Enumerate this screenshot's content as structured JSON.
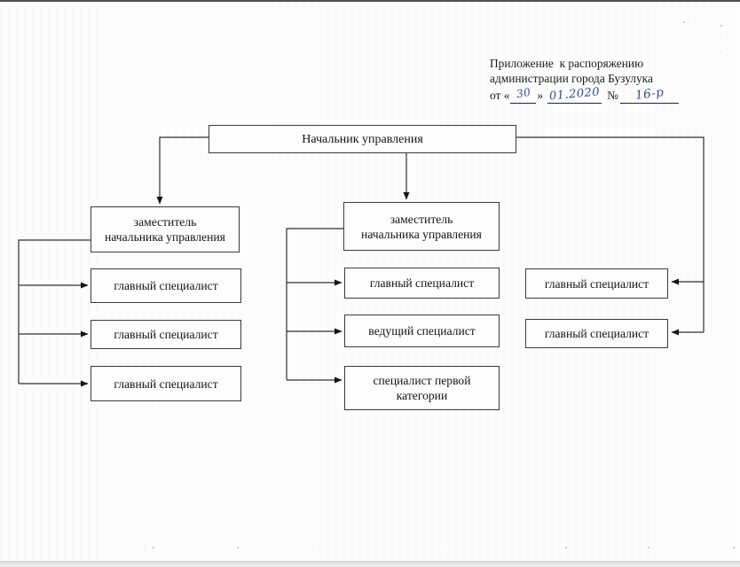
{
  "page": {
    "kind": "scanned-document-org-chart",
    "paper_color": "#fdfdfd",
    "line_color": "#2f2f2f",
    "box_border_color": "#3b3b3b"
  },
  "annotation": {
    "line1": "Приложение  к распоряжению",
    "line2": "администрации города Бузулука",
    "date_prefix": "от «",
    "hand_day": "30",
    "close_quote": "»",
    "hand_date": "01.2020",
    "number_sign": "№",
    "hand_number": "16-р",
    "ink_color": "#3a4a85"
  },
  "org_chart": {
    "nodes": [
      {
        "id": "head",
        "label": "Начальник управления",
        "lines": [
          "Начальник управления"
        ]
      },
      {
        "id": "deputy-left",
        "label": "заместитель начальника управления",
        "lines": [
          "заместитель",
          "начальника управления"
        ]
      },
      {
        "id": "deputy-middle",
        "label": "заместитель начальника управления",
        "lines": [
          "заместитель",
          "начальника управления"
        ]
      },
      {
        "id": "left-chief-1",
        "label": "главный специалист",
        "lines": [
          "главный специалист"
        ]
      },
      {
        "id": "left-chief-2",
        "label": "главный специалист",
        "lines": [
          "главный специалист"
        ]
      },
      {
        "id": "left-chief-3",
        "label": "главный специалист",
        "lines": [
          "главный специалист"
        ]
      },
      {
        "id": "mid-chief",
        "label": "главный специалист",
        "lines": [
          "главный специалист"
        ]
      },
      {
        "id": "mid-leading",
        "label": "ведущий специалист",
        "lines": [
          "ведущий специалист"
        ]
      },
      {
        "id": "mid-first-category",
        "label": "специалист первой категории",
        "lines": [
          "специалист первой",
          "категории"
        ]
      },
      {
        "id": "right-chief-1",
        "label": "главный специалист",
        "lines": [
          "главный специалист"
        ]
      },
      {
        "id": "right-chief-2",
        "label": "главный специалист",
        "lines": [
          "главный специалист"
        ]
      }
    ],
    "edges": [
      {
        "from": "head",
        "to": "deputy-left"
      },
      {
        "from": "head",
        "to": "deputy-middle"
      },
      {
        "from": "head",
        "to": "right-chief-1"
      },
      {
        "from": "head",
        "to": "right-chief-2"
      },
      {
        "from": "deputy-left",
        "to": "left-chief-1"
      },
      {
        "from": "deputy-left",
        "to": "left-chief-2"
      },
      {
        "from": "deputy-left",
        "to": "left-chief-3"
      },
      {
        "from": "deputy-middle",
        "to": "mid-chief"
      },
      {
        "from": "deputy-middle",
        "to": "mid-leading"
      },
      {
        "from": "deputy-middle",
        "to": "mid-first-category"
      }
    ]
  }
}
